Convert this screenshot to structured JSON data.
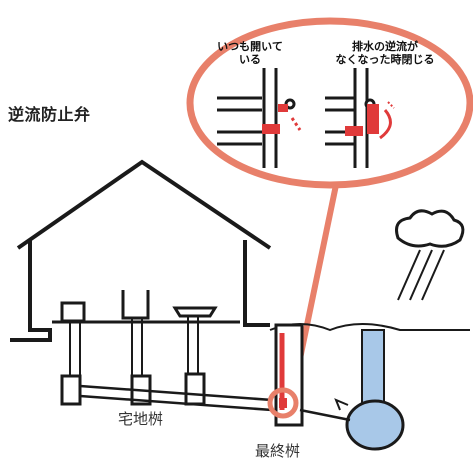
{
  "title": "逆流防止弁",
  "labels": {
    "takuchi_masu": "宅地桝",
    "saishu_masu": "最終桝"
  },
  "callout": {
    "caption_left": "いつも開いて\nいる",
    "caption_right": "排水の逆流が\nなくなった時閉じる"
  },
  "colors": {
    "callout_ring": "#e8806a",
    "valve_red": "#e03a3a",
    "pipe_blue": "#a8c8e8",
    "ink": "#1a1a1a"
  }
}
